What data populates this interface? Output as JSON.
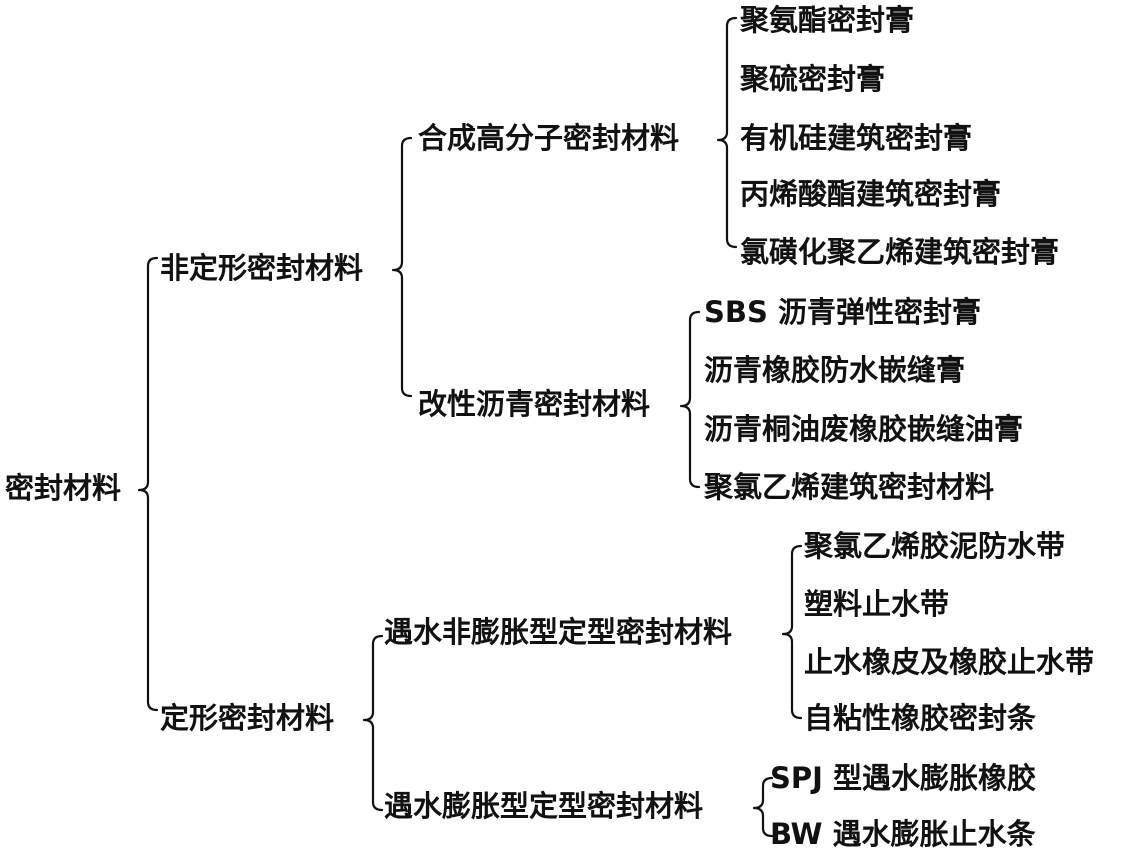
{
  "diagram": {
    "root": {
      "label": "密封材料",
      "children": [
        {
          "label": "非定形密封材料",
          "children": [
            {
              "label": "合成高分子密封材料",
              "children": [
                {
                  "label": "聚氨酯密封膏"
                },
                {
                  "label": "聚硫密封膏"
                },
                {
                  "label": "有机硅建筑密封膏"
                },
                {
                  "label": "丙烯酸酯建筑密封膏"
                },
                {
                  "label": "氯磺化聚乙烯建筑密封膏"
                }
              ]
            },
            {
              "label": "改性沥青密封材料",
              "children": [
                {
                  "label": "SBS 沥青弹性密封膏"
                },
                {
                  "label": "沥青橡胶防水嵌缝膏"
                },
                {
                  "label": "沥青桐油废橡胶嵌缝油膏"
                },
                {
                  "label": "聚氯乙烯建筑密封材料"
                }
              ]
            }
          ]
        },
        {
          "label": "定形密封材料",
          "children": [
            {
              "label": "遇水非膨胀型定型密封材料",
              "children": [
                {
                  "label": "聚氯乙烯胶泥防水带"
                },
                {
                  "label": "塑料止水带"
                },
                {
                  "label": "止水橡皮及橡胶止水带"
                },
                {
                  "label": "自粘性橡胶密封条"
                }
              ]
            },
            {
              "label": "遇水膨胀型定型密封材料",
              "children": [
                {
                  "label": "SPJ 型遇水膨胀橡胶"
                },
                {
                  "label": "BW 遇水膨胀止水条"
                }
              ]
            }
          ]
        }
      ]
    }
  }
}
